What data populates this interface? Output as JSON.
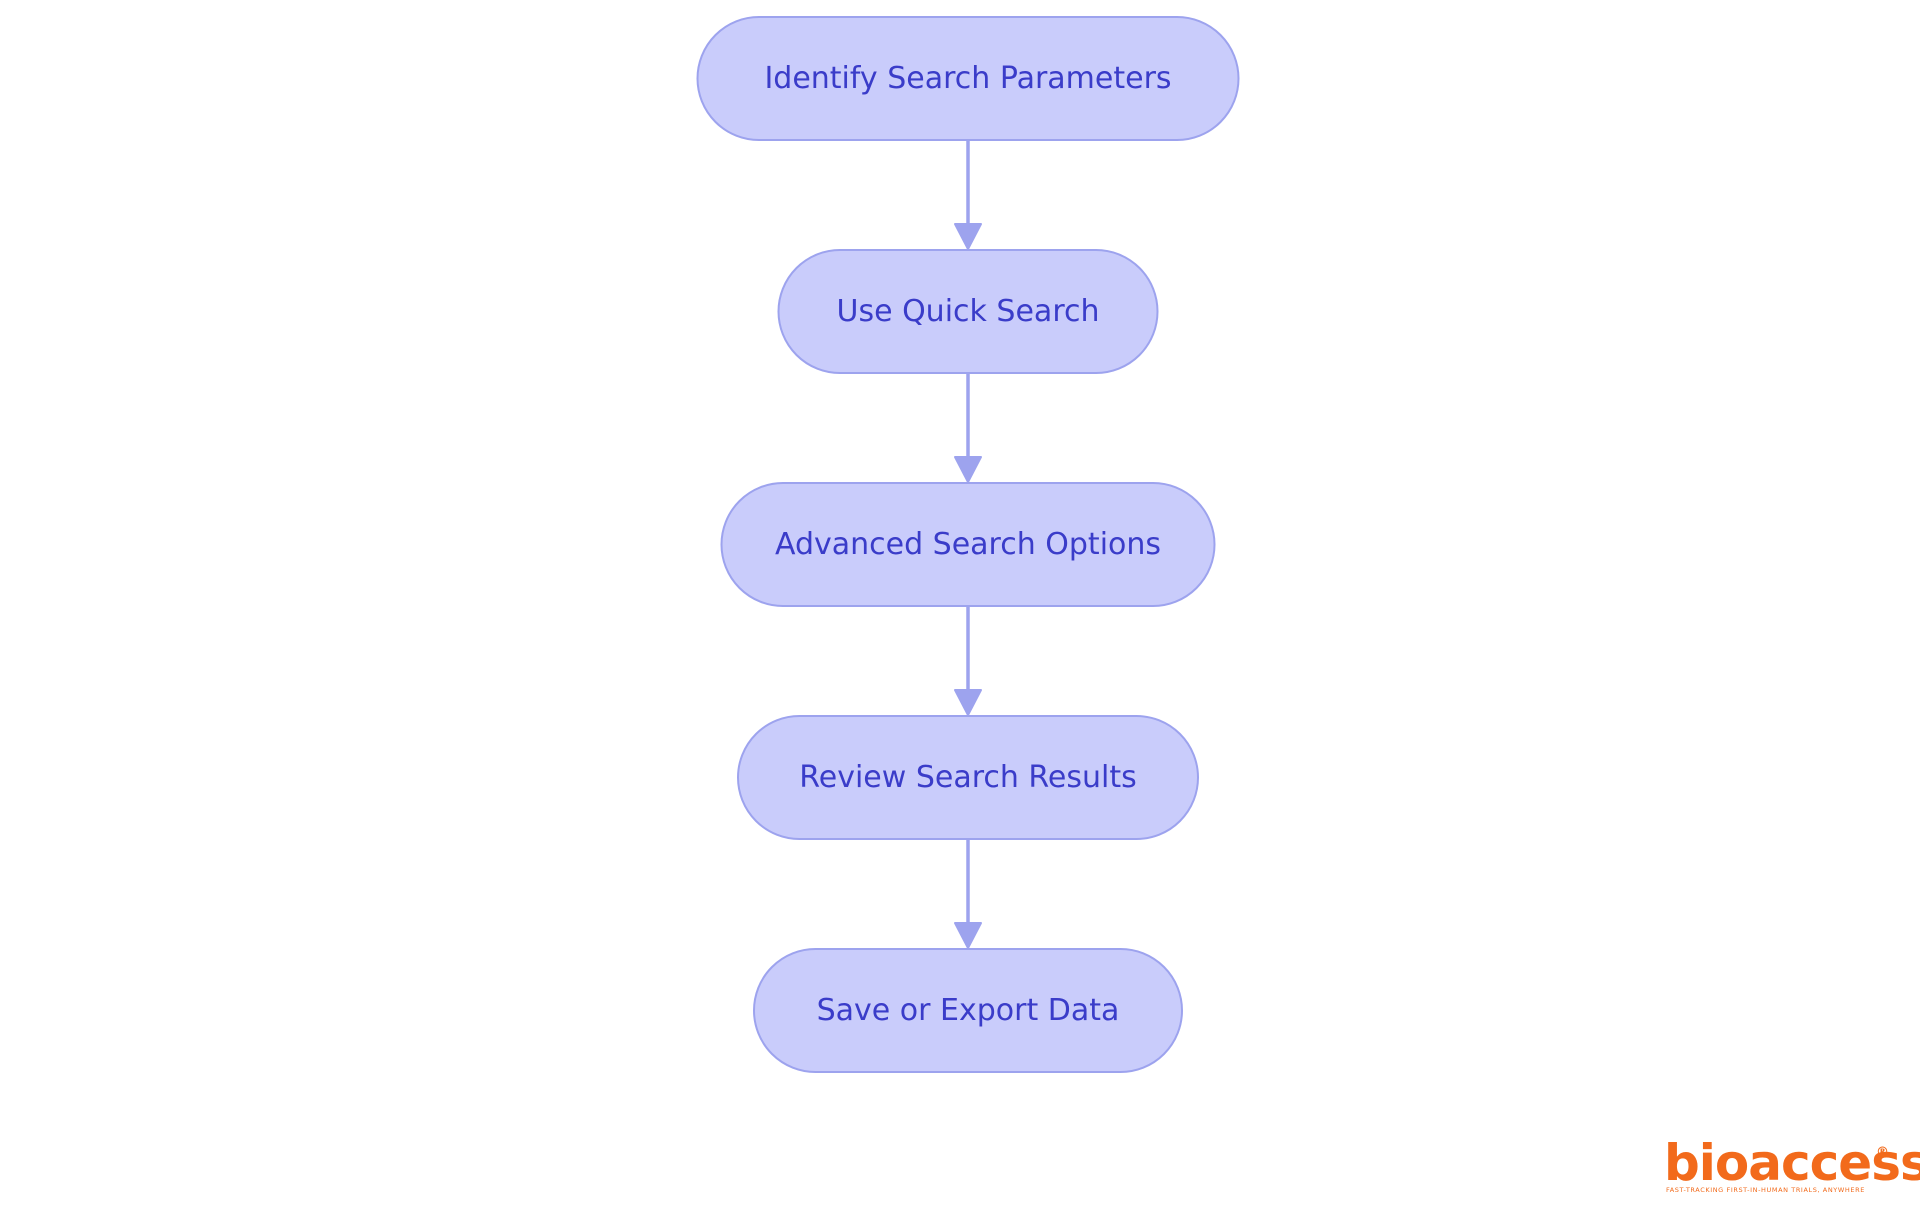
{
  "colors": {
    "node_fill": "#c9ccfb",
    "node_stroke": "#9da3ee",
    "node_text": "#3a3cc9",
    "edge": "#9da3ee",
    "brand": "#f26a1b",
    "background": "#ffffff"
  },
  "flowchart": {
    "direction": "top-to-bottom",
    "node_shape": "stadium",
    "nodes": [
      {
        "id": "n1",
        "label": "Identify Search Parameters"
      },
      {
        "id": "n2",
        "label": "Use Quick Search"
      },
      {
        "id": "n3",
        "label": "Advanced Search Options"
      },
      {
        "id": "n4",
        "label": "Review Search Results"
      },
      {
        "id": "n5",
        "label": "Save or Export Data"
      }
    ],
    "edges": [
      {
        "from": "n1",
        "to": "n2"
      },
      {
        "from": "n2",
        "to": "n3"
      },
      {
        "from": "n3",
        "to": "n4"
      },
      {
        "from": "n4",
        "to": "n5"
      }
    ]
  },
  "logo": {
    "wordmark": "bioaccess",
    "registered_mark": "®",
    "tagline": "FAST-TRACKING FIRST-IN-HUMAN TRIALS, ANYWHERE"
  }
}
